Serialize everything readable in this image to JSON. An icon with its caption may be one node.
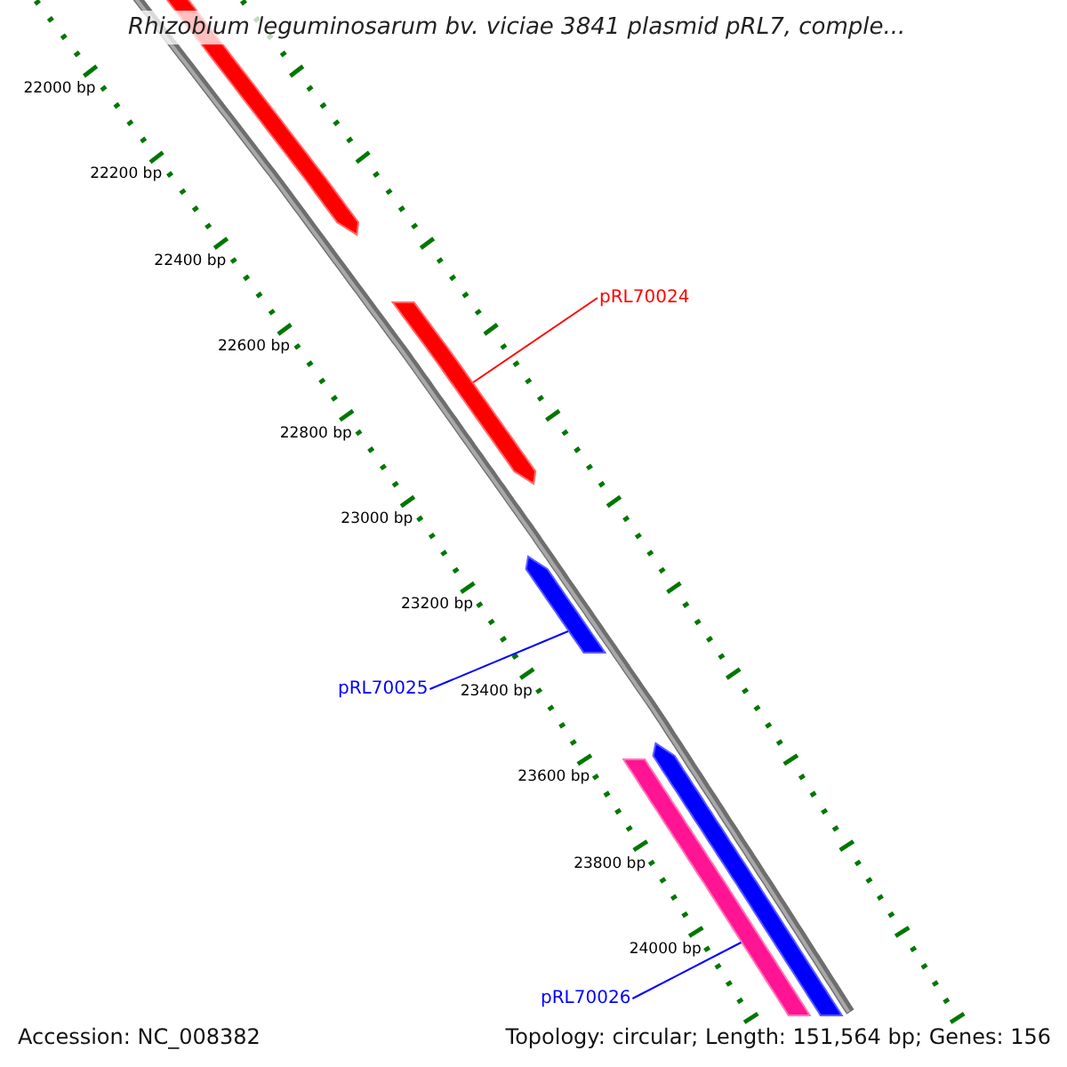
{
  "diagram": {
    "title": "Rhizobium leguminosarum bv. viciae 3841 plasmid pRL7, comple...",
    "nodes": [
      {
        "text": [
          "pRL70024"
        ]
      },
      {
        "text": [],
        "shape": "bar"
      },
      {
        "text": [
          "pRL70025"
        ]
      },
      {
        "text": [],
        "shape": "bar"
      },
      {
        "text": [
          "pRL70026"
        ]
      },
      {
        "text": [],
        "shape": "bar"
      }
    ],
    "edges": [
      {
        "from": 0,
        "to": 1,
        "arrow": "none",
        "color": "#ff0000"
      },
      {
        "from": 2,
        "to": 3,
        "arrow": "none"
      },
      {
        "from": 4,
        "to": 5,
        "arrow": "none"
      }
    ],
    "labels": [
      "22000 bp",
      "22200 bp",
      "22400 bp",
      "22600 bp",
      "22800 bp",
      "23000 bp",
      "23200 bp",
      "23400 bp",
      "23600 bp",
      "23800 bp",
      "24000 bp",
      "Accession: NC_008382",
      "Topology: circular; Length: 151,564 bp; Genes: 156"
    ]
  }
}
